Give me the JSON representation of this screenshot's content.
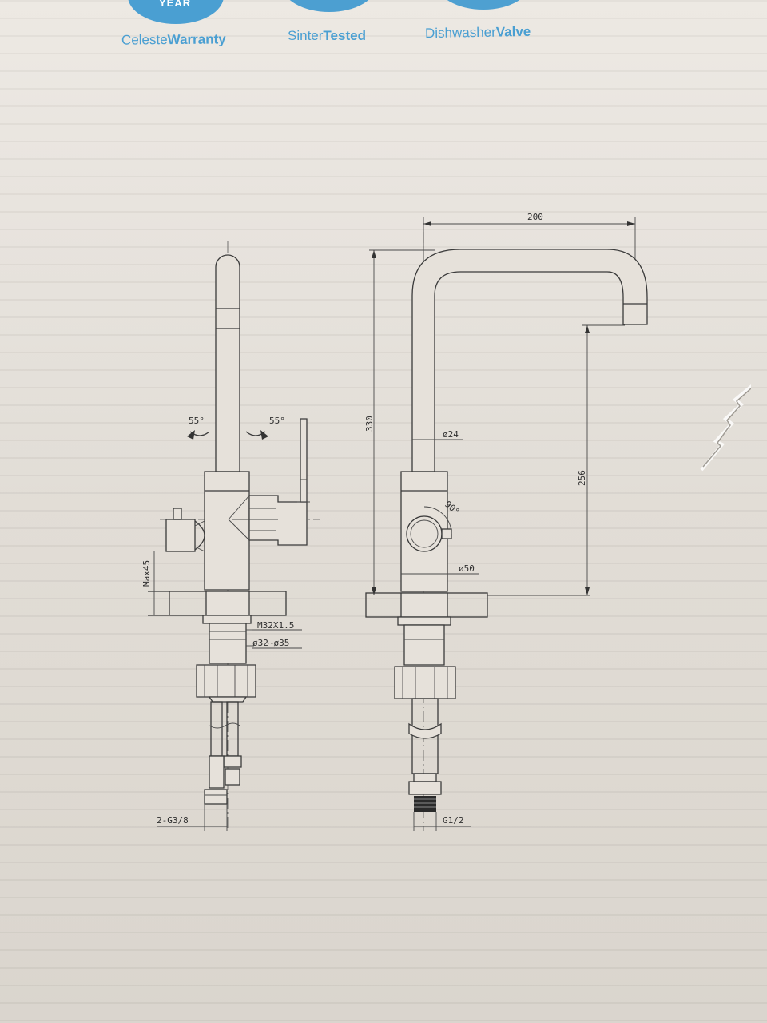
{
  "badges": {
    "year_text": "YEAR",
    "color": "#4a9fd2",
    "captions": [
      {
        "light": "Celeste",
        "strong": "Warranty"
      },
      {
        "light": "Sinter",
        "strong": "Tested"
      },
      {
        "light": "Dishwasher",
        "strong": "Valve"
      }
    ]
  },
  "front_view": {
    "rotation_left": "55°",
    "rotation_right": "55°",
    "max_height": "Max45",
    "thread": "M32X1.5",
    "hole_range": "ø32~ø35",
    "inlet": "2-G3/8"
  },
  "side_view": {
    "spout_reach": "200",
    "total_height": "330",
    "spout_height": "256",
    "spout_diameter": "ø24",
    "base_diameter": "ø50",
    "lever_angle": "90°",
    "inlet": "G1/2"
  }
}
